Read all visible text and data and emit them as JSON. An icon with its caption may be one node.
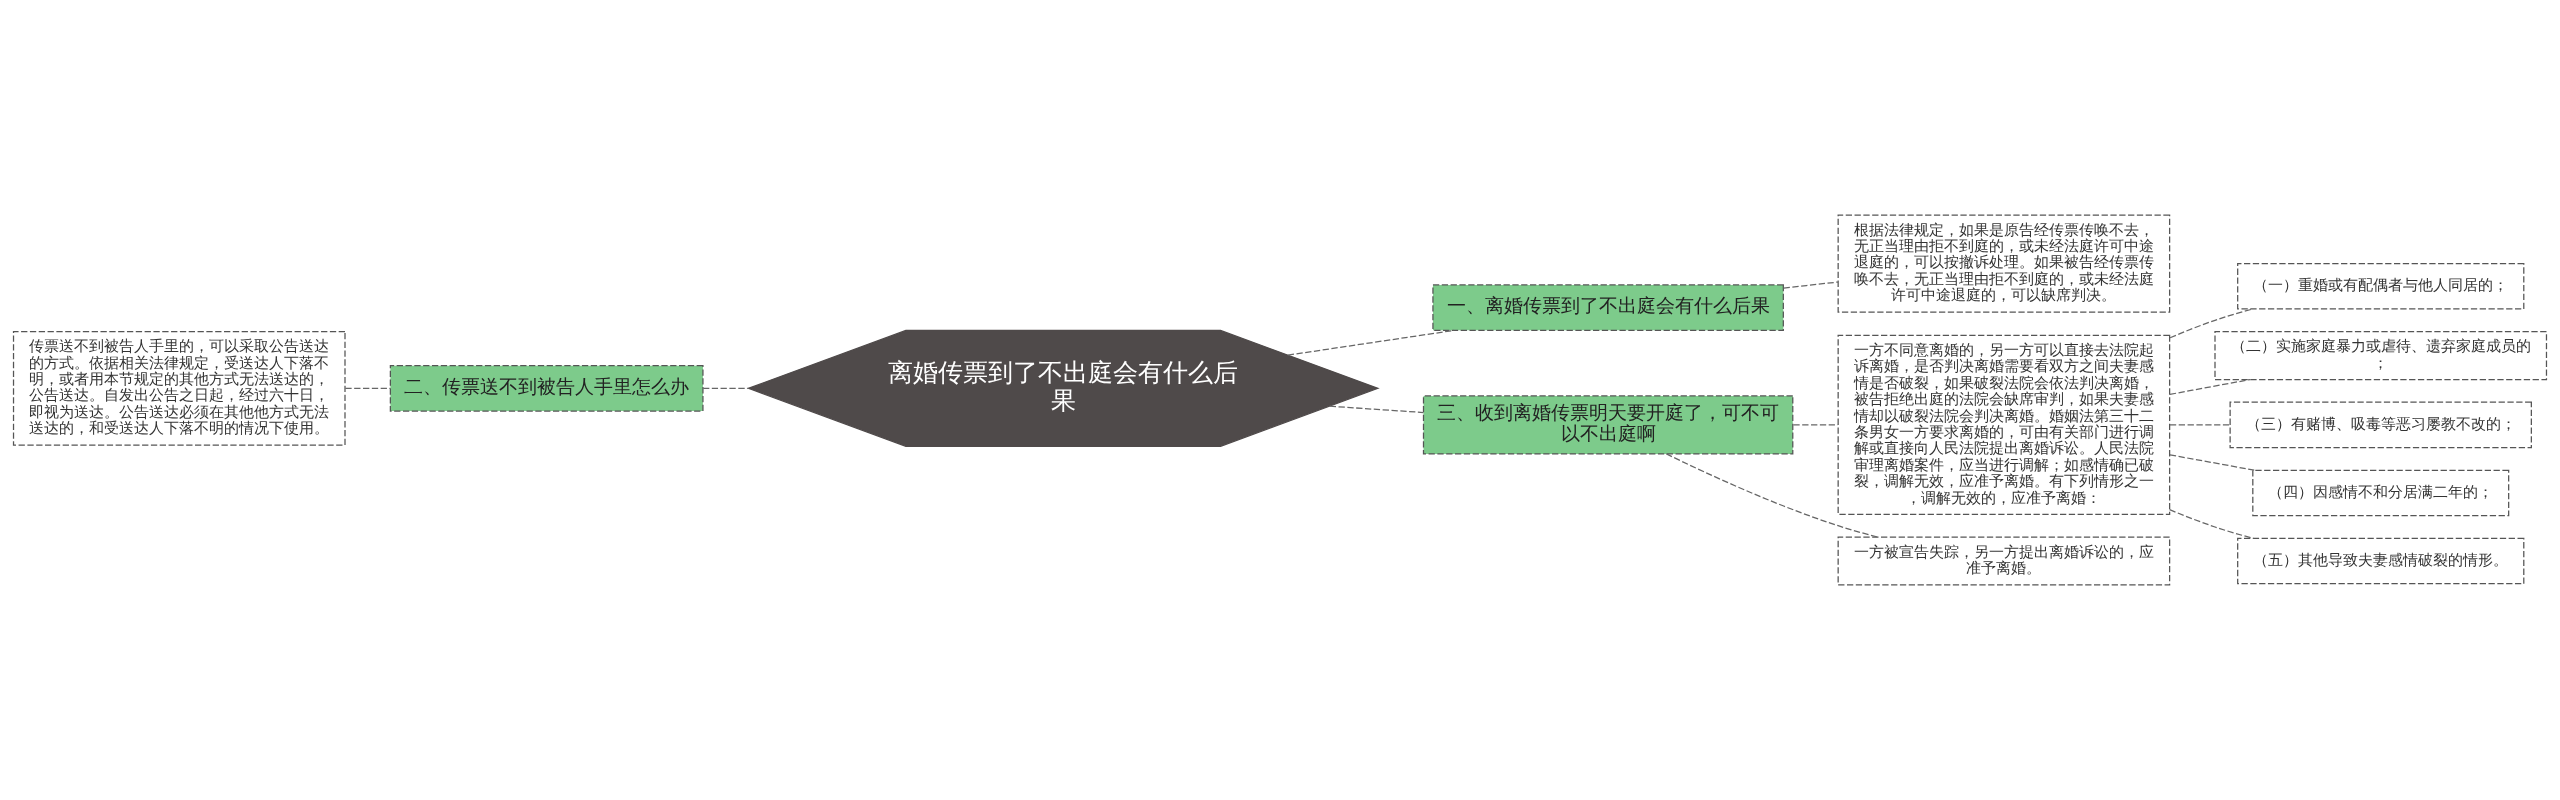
{
  "diagram": {
    "nodes": [
      {
        "text": [
          "离婚传票到了不出庭会有什么后果"
        ]
      },
      {
        "text": [
          "一、离婚传票到了不出庭会有什么后果"
        ]
      },
      {
        "text": [
          "根据法律规定，如果是原告经传票传唤不去，无正当理由拒不到庭的，或未经法庭许可中途退庭的，可以按撤诉处理。如果被告经传票传唤不去，无正当理由拒不到庭的，或未经法庭许可中途退庭的，可以缺席判决。"
        ]
      },
      {
        "text": [
          "二、传票送不到被告人手里怎么办"
        ]
      },
      {
        "text": [
          "传票送不到被告人手里的，可以采取公告送达的方式。依据相关法律规定，受送达人下落不明，或者用本节规定的其他方式无法送达的，公告送达。自发出公告之日起，经过六十日，即视为送达。公告送达必须在其他他方式无法送达的，和受送达人下落不明的情况下使用。"
        ]
      },
      {
        "text": [
          "三、收到离婚传票明天要开庭了，可不可以不出庭啊"
        ]
      },
      {
        "text": [
          "一方不同意离婚的，另一方可以直接去法院起诉离婚，是否判决离婚需要看双方之间夫妻感情是否破裂，如果破裂法院会依法判决离婚，被告拒绝出庭的法院会缺席审判，如果夫妻感情却以破裂法院会判决离婚。婚姻法第三十二条男女一方要求离婚的，可由有关部门进行调解或直接向人民法院提出离婚诉讼。人民法院审理离婚案件，应当进行调解；如感情确已破裂，调解无效，应准予离婚。有下列情形之一，调解无效的，应准予离婚："
        ]
      },
      {
        "text": [
          "（一）重婚或有配偶者与他人同居的；"
        ]
      },
      {
        "text": [
          "（二）实施家庭暴力或虐待、遗弃家庭成员的；"
        ]
      },
      {
        "text": [
          "（三）有赌博、吸毒等恶习屡教不改的；"
        ]
      },
      {
        "text": [
          "（四）因感情不和分居满二年的；"
        ]
      },
      {
        "text": [
          "（五）其他导致夫妻感情破裂的情形。"
        ]
      },
      {
        "text": [
          "一方被宣告失踪，另一方提出离婚诉讼的，应准予离婚。"
        ]
      }
    ],
    "edges": [
      {
        "from": 4,
        "to": 3,
        "arrow": "none"
      },
      {
        "from": 3,
        "to": 0,
        "arrow": "none"
      },
      {
        "from": 0,
        "to": 1,
        "arrow": "none"
      },
      {
        "from": 1,
        "to": 2,
        "arrow": "none"
      },
      {
        "from": 0,
        "to": 5,
        "arrow": "none"
      },
      {
        "from": 5,
        "to": 6,
        "arrow": "none"
      },
      {
        "from": 6,
        "to": 7,
        "arrow": "none"
      },
      {
        "from": 6,
        "to": 8,
        "arrow": "none"
      },
      {
        "from": 6,
        "to": 9,
        "arrow": "none"
      },
      {
        "from": 6,
        "to": 10,
        "arrow": "none"
      },
      {
        "from": 6,
        "to": 11,
        "arrow": "none"
      },
      {
        "from": 5,
        "to": 12,
        "arrow": "none"
      }
    ]
  }
}
